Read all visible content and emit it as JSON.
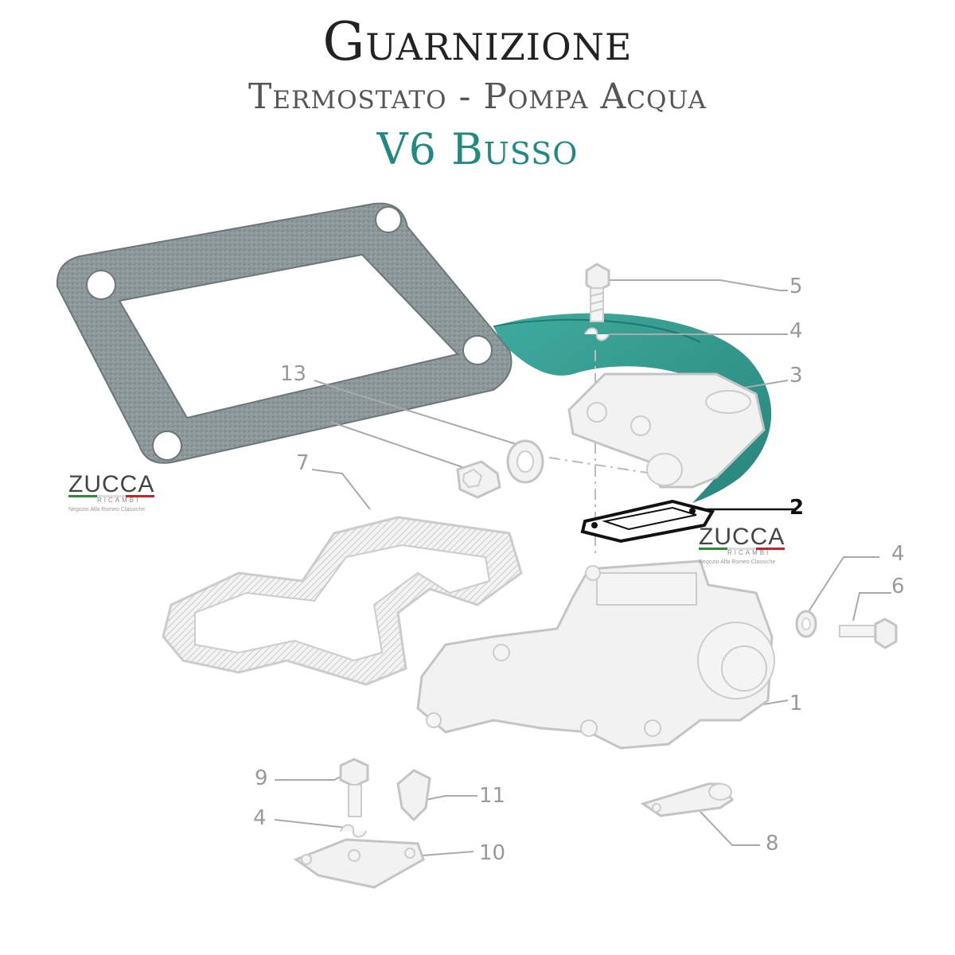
{
  "title": {
    "main": "Guarnizione",
    "sub": "Termostato - Pompa Acqua",
    "model": "V6 Busso"
  },
  "colors": {
    "accent": "#1f8a80",
    "gasket": "#8a9599",
    "part_outline": "#c4c4c4",
    "highlight": "#111111"
  },
  "callouts": [
    {
      "id": "5",
      "label": "5"
    },
    {
      "id": "4a",
      "label": "4"
    },
    {
      "id": "3",
      "label": "3"
    },
    {
      "id": "13",
      "label": "13"
    },
    {
      "id": "7",
      "label": "7"
    },
    {
      "id": "2",
      "label": "2",
      "highlighted": true
    },
    {
      "id": "4b",
      "label": "4"
    },
    {
      "id": "6",
      "label": "6"
    },
    {
      "id": "1",
      "label": "1"
    },
    {
      "id": "9",
      "label": "9"
    },
    {
      "id": "11",
      "label": "11"
    },
    {
      "id": "4c",
      "label": "4"
    },
    {
      "id": "10",
      "label": "10"
    },
    {
      "id": "8",
      "label": "8"
    }
  ],
  "logos": [
    {
      "word": "ZUCCA",
      "sub": "RICAMBI",
      "tag": "Negozio Alfa Romeo Classiche"
    },
    {
      "word": "ZUCCA",
      "sub": "RICAMBI",
      "tag": "Negozio Alfa Romeo Classiche"
    }
  ]
}
